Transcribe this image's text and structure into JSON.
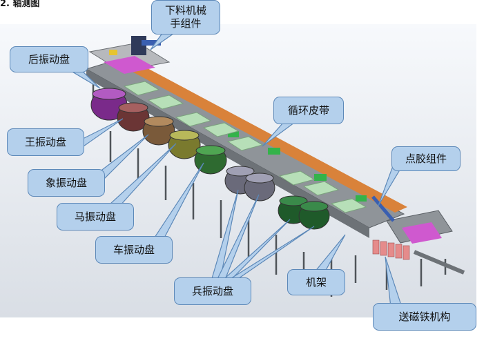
{
  "heading": "2. 轴测图",
  "labels": {
    "unload_robot": "下料机械\n手组件",
    "rear_feeder": "后振动盘",
    "king_feeder": "王振动盘",
    "elephant_feeder": "象振动盘",
    "horse_feeder": "马振动盘",
    "chariot_feeder": "车振动盘",
    "soldier_feeder": "兵振动盘",
    "conveyor_belt": "循环皮带",
    "glue_unit": "点胶组件",
    "frame": "机架",
    "magnet_feed": "送磁铁机构"
  },
  "colors": {
    "frame_gray": "#8f9499",
    "belt_orange": "#d9823a",
    "green_part": "#34b34a",
    "panel_pink": "#cf59cf",
    "label_fill": "#b4d0ec",
    "label_border": "#5c88b8"
  }
}
